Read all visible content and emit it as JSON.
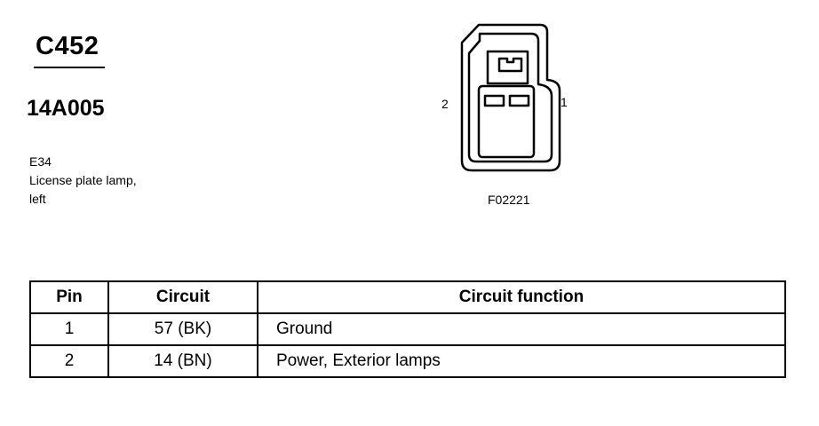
{
  "connector": {
    "id": "C452",
    "part_number": "14A005"
  },
  "description": {
    "lines": [
      "E34",
      "License plate lamp,",
      "left"
    ]
  },
  "diagram": {
    "pin_left_label": "2",
    "pin_right_label": "1",
    "figure_code": "F02221"
  },
  "table": {
    "headers": {
      "pin": "Pin",
      "circuit": "Circuit",
      "function": "Circuit function"
    },
    "rows": [
      {
        "pin": "1",
        "circuit": "57 (BK)",
        "function": "Ground"
      },
      {
        "pin": "2",
        "circuit": "14 (BN)",
        "function": "Power, Exterior lamps"
      }
    ]
  }
}
